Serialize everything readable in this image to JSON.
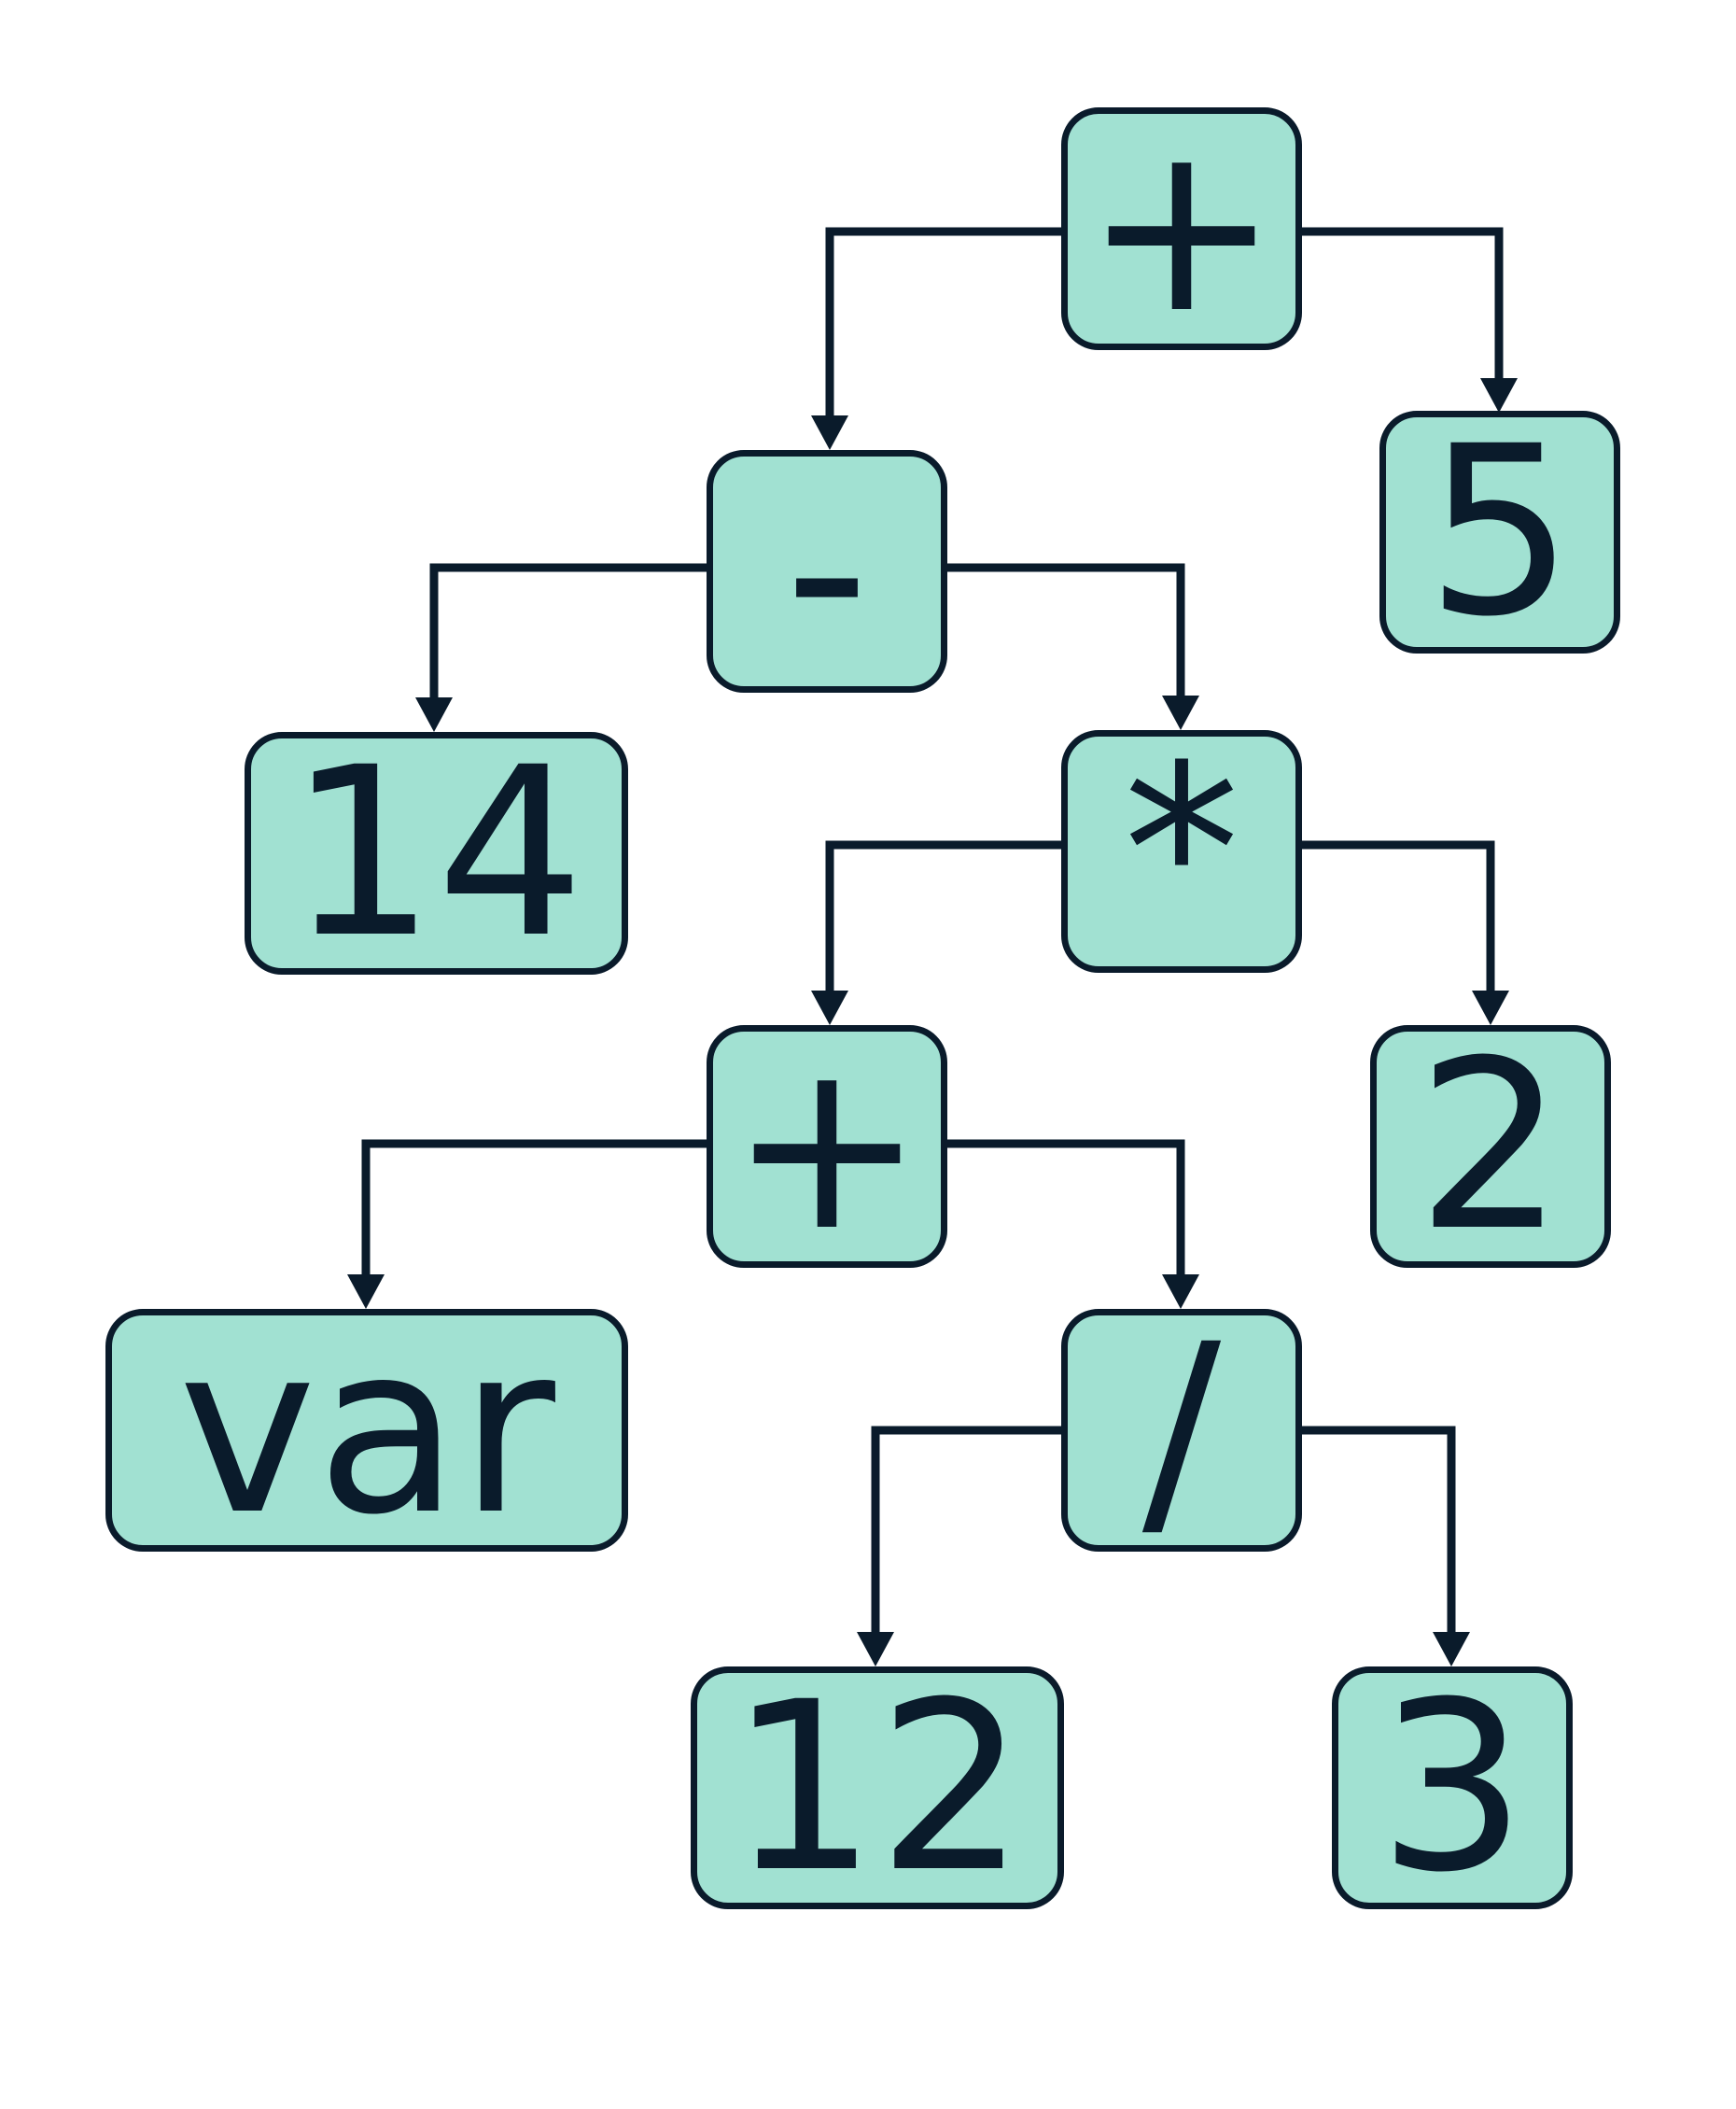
{
  "colors": {
    "node_fill": "#a1e1d2",
    "stroke": "#0a1b2b",
    "background": "#ffffff"
  },
  "nodes": [
    {
      "id": "root-plus",
      "label": "+"
    },
    {
      "id": "minus",
      "label": "-"
    },
    {
      "id": "five",
      "label": "5"
    },
    {
      "id": "fourteen",
      "label": "14"
    },
    {
      "id": "times",
      "label": "*"
    },
    {
      "id": "inner-plus",
      "label": "+"
    },
    {
      "id": "two",
      "label": "2"
    },
    {
      "id": "var",
      "label": "var"
    },
    {
      "id": "divide",
      "label": "/"
    },
    {
      "id": "twelve",
      "label": "12"
    },
    {
      "id": "three",
      "label": "3"
    }
  ],
  "edges": [
    {
      "from": "root-plus",
      "to": "minus"
    },
    {
      "from": "root-plus",
      "to": "five"
    },
    {
      "from": "minus",
      "to": "fourteen"
    },
    {
      "from": "minus",
      "to": "times"
    },
    {
      "from": "times",
      "to": "inner-plus"
    },
    {
      "from": "times",
      "to": "two"
    },
    {
      "from": "inner-plus",
      "to": "var"
    },
    {
      "from": "inner-plus",
      "to": "divide"
    },
    {
      "from": "divide",
      "to": "twelve"
    },
    {
      "from": "divide",
      "to": "three"
    }
  ]
}
